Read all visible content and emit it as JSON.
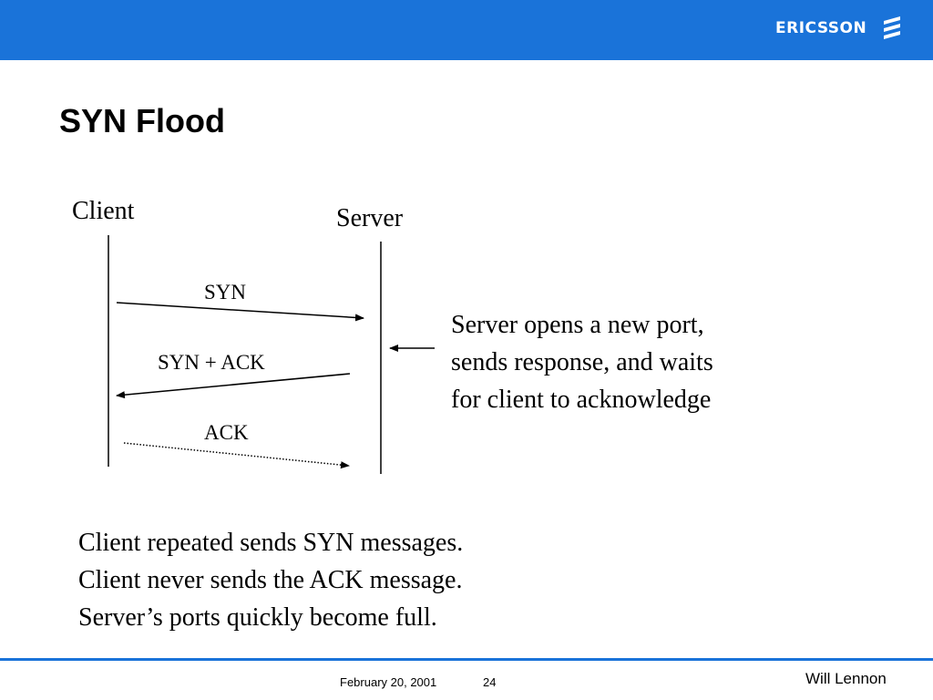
{
  "header": {
    "brand": "ERICSSON",
    "bar_color": "#1a73d9",
    "logo_icon": "ericsson-logo-icon"
  },
  "slide": {
    "title": "SYN Flood"
  },
  "diagram": {
    "client_label": "Client",
    "server_label": "Server",
    "messages": [
      {
        "label": "SYN",
        "direction": "client-to-server",
        "style": "solid"
      },
      {
        "label": "SYN + ACK",
        "direction": "server-to-client",
        "style": "solid"
      },
      {
        "label": "ACK",
        "direction": "client-to-server",
        "style": "dotted"
      }
    ],
    "note_lines": [
      "Server opens a new port,",
      "sends response, and waits",
      "for client to acknowledge"
    ]
  },
  "summary": [
    "Client repeated sends SYN messages.",
    "Client never sends the ACK message.",
    "Server’s ports quickly become full."
  ],
  "footer": {
    "date": "February 20, 2001",
    "page": "24",
    "author": "Will Lennon"
  }
}
